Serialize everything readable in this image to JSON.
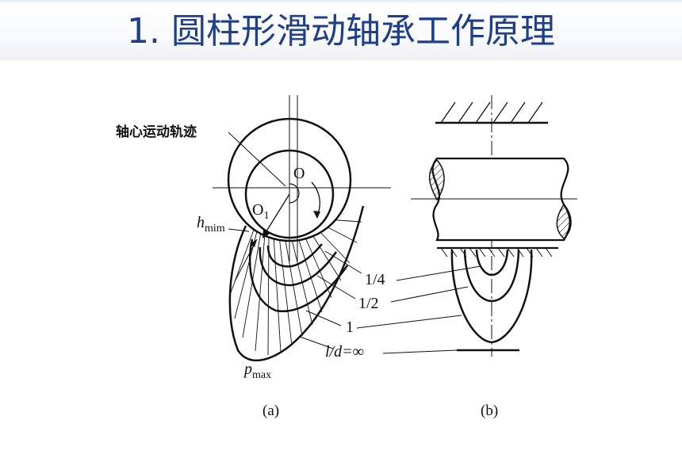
{
  "title": "1. 圆柱形滑动轴承工作原理",
  "figure": {
    "axis_track_label": "轴心运动轨迹",
    "center_o_label": "O",
    "center_o1_label": "O",
    "center_o1_sub": "1",
    "hmin_label": "h",
    "hmin_sub": "mim",
    "pmax_label": "p",
    "pmax_sub": "max",
    "ratio_labels": [
      "1/4",
      "1/2",
      "1",
      "l/d=∞"
    ],
    "caption_a": "(a)",
    "caption_b": "(b)"
  },
  "colors": {
    "title": "#1e3f8a",
    "line": "#111111"
  }
}
